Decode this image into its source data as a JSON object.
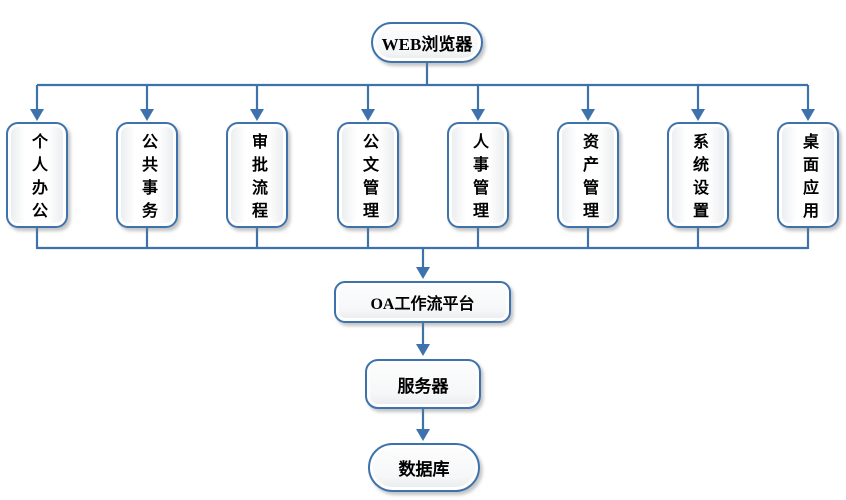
{
  "diagram": {
    "browser": {
      "label": "WEB浏览器"
    },
    "modules": [
      {
        "label": "个人办公"
      },
      {
        "label": "公共事务"
      },
      {
        "label": "审批流程"
      },
      {
        "label": "公文管理"
      },
      {
        "label": "人事管理"
      },
      {
        "label": "资产管理"
      },
      {
        "label": "系统设置"
      },
      {
        "label": "桌面应用"
      }
    ],
    "platform": {
      "label": "OA工作流平台"
    },
    "server": {
      "label": "服务器"
    },
    "database": {
      "label": "数据库"
    },
    "colors": {
      "line": "#3d72ac",
      "box_border": "#3d72ac",
      "box_fill_center": "#ffffff",
      "box_fill_edge": "#e8eaed",
      "text": "#000000",
      "background": "#ffffff"
    }
  }
}
